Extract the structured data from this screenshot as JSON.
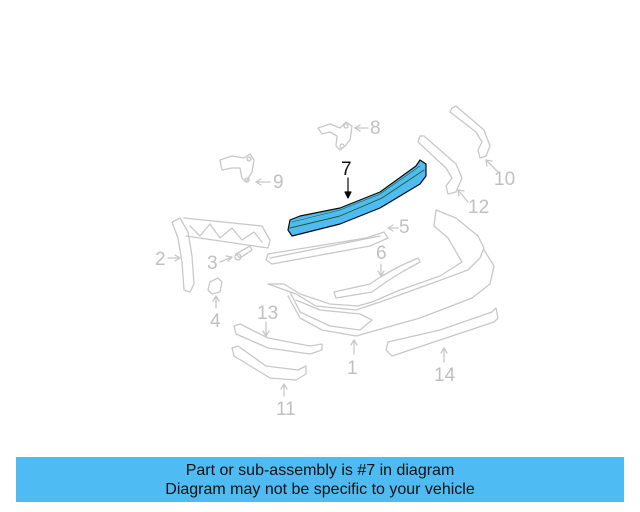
{
  "diagram": {
    "highlighted_part": "7",
    "highlight_color": "#4fbbf3",
    "callouts": [
      {
        "id": "1",
        "label": "1"
      },
      {
        "id": "2",
        "label": "2"
      },
      {
        "id": "3",
        "label": "3"
      },
      {
        "id": "4",
        "label": "4"
      },
      {
        "id": "5",
        "label": "5"
      },
      {
        "id": "6",
        "label": "6"
      },
      {
        "id": "7",
        "label": "7"
      },
      {
        "id": "8",
        "label": "8"
      },
      {
        "id": "9",
        "label": "9"
      },
      {
        "id": "10",
        "label": "10"
      },
      {
        "id": "11",
        "label": "11"
      },
      {
        "id": "12",
        "label": "12"
      },
      {
        "id": "13",
        "label": "13"
      },
      {
        "id": "14",
        "label": "14"
      }
    ]
  },
  "banner": {
    "line1": "Part or sub-assembly is #7 in diagram",
    "line2": "Diagram may not be specific to your vehicle",
    "background": "#4fbbf3"
  }
}
